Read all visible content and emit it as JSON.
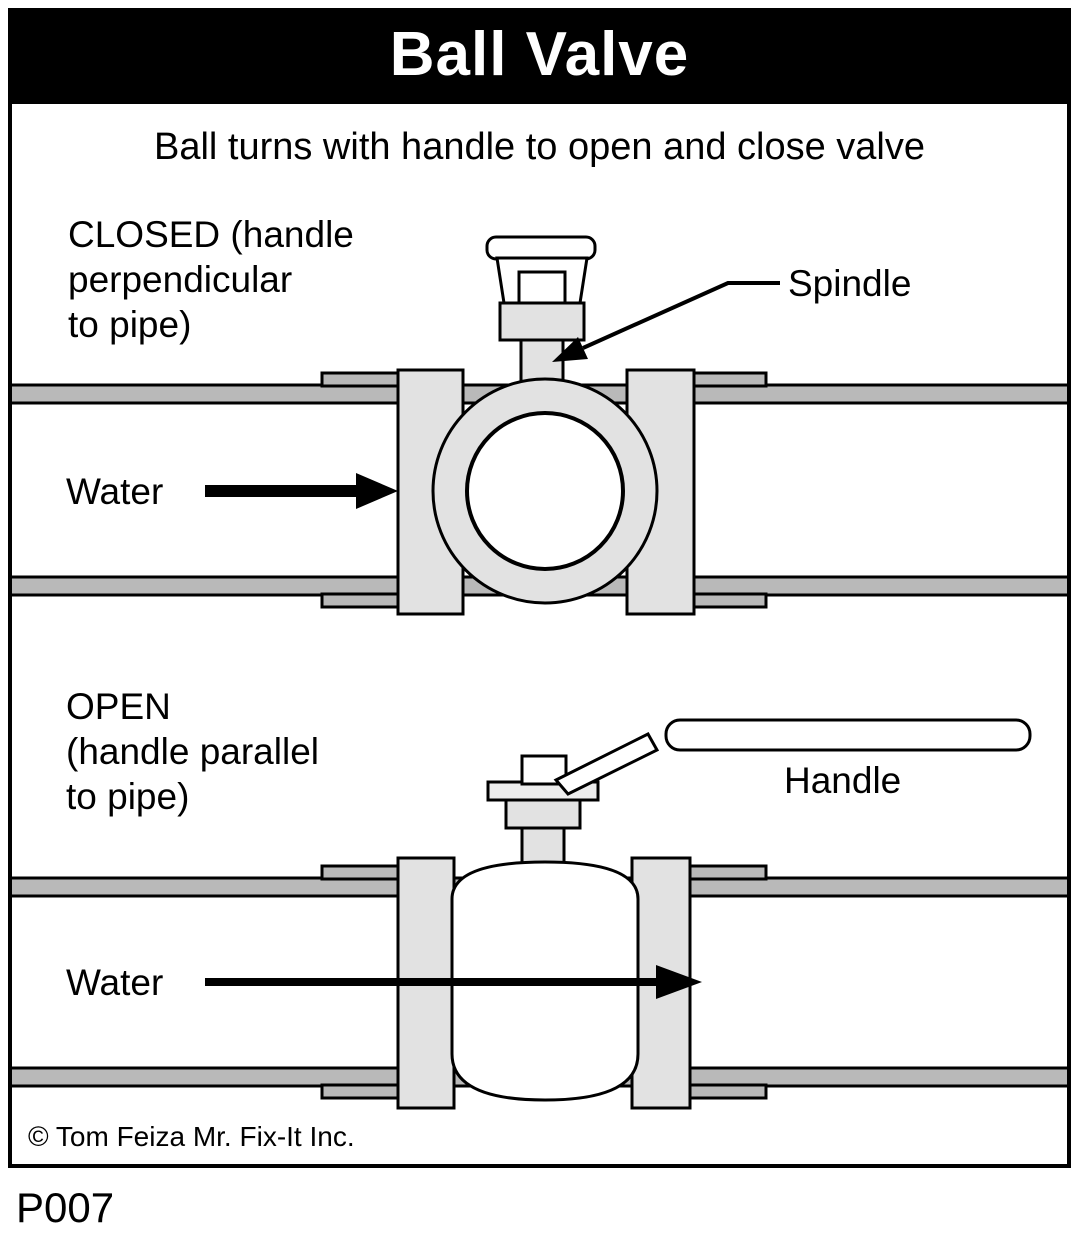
{
  "title": "Ball Valve",
  "subtitle": "Ball turns with handle to open and close valve",
  "closed_section": {
    "label": "CLOSED  (handle\nperpendicular\nto pipe)",
    "spindle_label": "Spindle",
    "water_label": "Water"
  },
  "open_section": {
    "label": "OPEN\n(handle parallel\nto pipe)",
    "handle_label": "Handle",
    "water_label": "Water"
  },
  "copyright": "© Tom Feiza Mr. Fix-It Inc.",
  "figure_id": "P007",
  "colors": {
    "pipe_gray": "#b9b9b9",
    "body_gray": "#e2e2e2",
    "plate_gray": "#ececec",
    "line_black": "#000000"
  }
}
